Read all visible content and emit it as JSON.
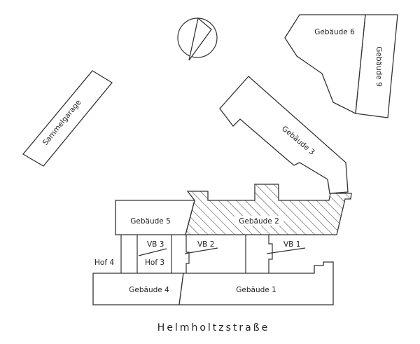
{
  "map": {
    "street_name": "Helmholtzstraße",
    "colors": {
      "line": "#333333",
      "background": "#ffffff",
      "hatch": "#333333"
    },
    "buildings": {
      "gebaeude_1": "Gebäude 1",
      "gebaeude_2": "Gebäude 2",
      "gebaeude_3": "Gebäude 3",
      "gebaeude_4": "Gebäude 4",
      "gebaeude_5": "Gebäude 5",
      "gebaeude_6": "Gebäude 6",
      "gebaeude_9": "Gebäude 9",
      "sammelgarage": "Sammelgarage"
    },
    "courtyards": {
      "hof_3": "Hof 3",
      "hof_4": "Hof 4"
    },
    "vorderbauten": {
      "vb_1": "VB 1",
      "vb_2": "VB 2",
      "vb_3": "VB 3"
    },
    "highlighted_building": "Gebäude 2",
    "north_arrow_icon": "north-arrow-icon"
  }
}
